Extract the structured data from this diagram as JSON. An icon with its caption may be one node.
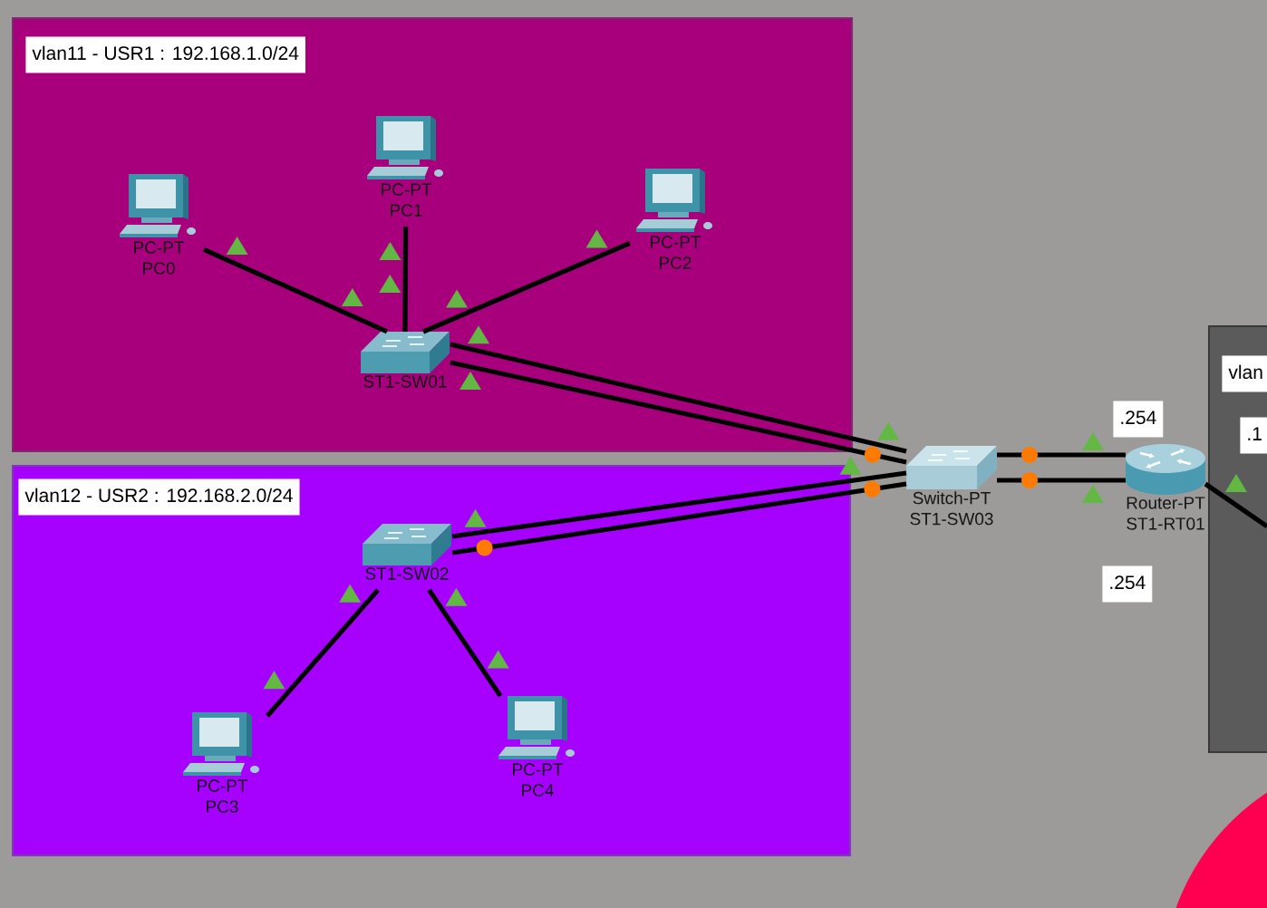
{
  "diagram": {
    "nodes": [
      {
        "text": [
          "vlan11 - USR1 : 192.168.1.0/24"
        ]
      },
      {
        "text": [
          "PC-PT",
          "PC0"
        ],
        "in": 0
      },
      {
        "text": [
          "PC-PT",
          "PC1"
        ],
        "in": 0
      },
      {
        "text": [
          "PC-PT",
          "PC2"
        ],
        "in": 0
      },
      {
        "text": [
          "ST1-SW01"
        ],
        "in": 0
      },
      {
        "text": [
          "vlan12 - USR2 : 192.168.2.0/24"
        ]
      },
      {
        "text": [
          "ST1-SW02"
        ],
        "in": 5
      },
      {
        "text": [
          "PC-PT",
          "PC3"
        ],
        "in": 5
      },
      {
        "text": [
          "PC-PT",
          "PC4"
        ],
        "in": 5
      },
      {
        "text": [
          "Switch-PT",
          "ST1-SW03"
        ]
      },
      {
        "text": [
          "Router-PT",
          "ST1-RT01"
        ]
      },
      {
        "text": [
          "vlan"
        ]
      }
    ],
    "edges": [
      {
        "from": 1,
        "to": 4,
        "arrow": "none"
      },
      {
        "from": 2,
        "to": 4,
        "arrow": "none"
      },
      {
        "from": 3,
        "to": 4,
        "arrow": "none"
      },
      {
        "from": 4,
        "to": 9,
        "arrow": "none"
      },
      {
        "from": 4,
        "to": 9,
        "arrow": "none"
      },
      {
        "from": 6,
        "to": 9,
        "arrow": "none"
      },
      {
        "from": 6,
        "to": 9,
        "arrow": "none"
      },
      {
        "from": 7,
        "to": 6,
        "arrow": "none"
      },
      {
        "from": 8,
        "to": 6,
        "arrow": "none"
      },
      {
        "from": 9,
        "to": 10,
        "arrow": "none"
      },
      {
        "from": 9,
        "to": 10,
        "arrow": "none"
      },
      {
        "from": 10,
        "to": 11,
        "arrow": "none"
      }
    ],
    "labels": [
      ".254",
      ".1",
      ".254"
    ]
  }
}
